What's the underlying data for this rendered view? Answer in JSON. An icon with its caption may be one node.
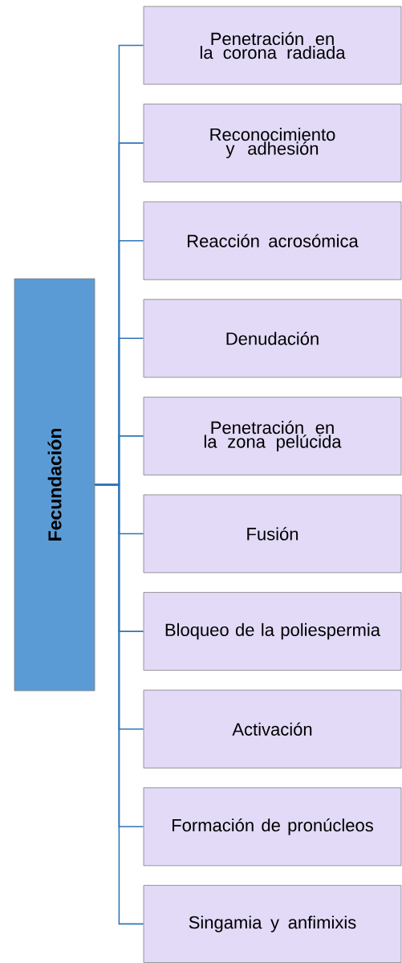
{
  "diagram": {
    "nodes": [
      {
        "text": [
          "Fecundación"
        ]
      },
      {
        "text": [
          "Penetración en la corona radiada"
        ]
      },
      {
        "text": [
          "Reconocimiento y adhesión"
        ]
      },
      {
        "text": [
          "Reacción acrosómica"
        ]
      },
      {
        "text": [
          "Denudación"
        ]
      },
      {
        "text": [
          "Penetración en la zona pelúcida"
        ]
      },
      {
        "text": [
          "Fusión"
        ]
      },
      {
        "text": [
          "Bloqueo de la poliespermia"
        ]
      },
      {
        "text": [
          "Activación"
        ]
      },
      {
        "text": [
          "Formación de pronúcleos"
        ]
      },
      {
        "text": [
          "Singamia y anfimixis"
        ]
      }
    ],
    "edges": [
      {
        "from": 0,
        "to": 1,
        "arrow": "none"
      },
      {
        "from": 0,
        "to": 2,
        "arrow": "none"
      },
      {
        "from": 0,
        "to": 3,
        "arrow": "none"
      },
      {
        "from": 0,
        "to": 4,
        "arrow": "none"
      },
      {
        "from": 0,
        "to": 5,
        "arrow": "none"
      },
      {
        "from": 0,
        "to": 6,
        "arrow": "none"
      },
      {
        "from": 0,
        "to": 7,
        "arrow": "none"
      },
      {
        "from": 0,
        "to": 8,
        "arrow": "none"
      },
      {
        "from": 0,
        "to": 9,
        "arrow": "none"
      },
      {
        "from": 0,
        "to": 10,
        "arrow": "none"
      }
    ]
  }
}
